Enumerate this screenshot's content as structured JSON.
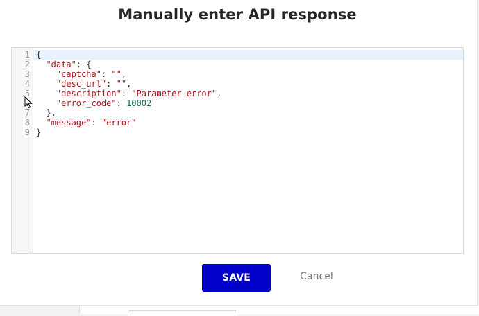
{
  "dialog": {
    "title": "Manually enter API response",
    "save_label": "SAVE",
    "cancel_label": "Cancel"
  },
  "editor": {
    "line_numbers": [
      "1",
      "2",
      "3",
      "4",
      "5",
      "6",
      "7",
      "8",
      "9"
    ],
    "lines": [
      [
        {
          "t": "p",
          "v": "{"
        }
      ],
      [
        {
          "t": "p",
          "v": "  "
        },
        {
          "t": "k",
          "v": "\"data\""
        },
        {
          "t": "p",
          "v": ": {"
        }
      ],
      [
        {
          "t": "p",
          "v": "    "
        },
        {
          "t": "k",
          "v": "\"captcha\""
        },
        {
          "t": "p",
          "v": ": "
        },
        {
          "t": "s",
          "v": "\"\""
        },
        {
          "t": "p",
          "v": ","
        }
      ],
      [
        {
          "t": "p",
          "v": "    "
        },
        {
          "t": "k",
          "v": "\"desc_url\""
        },
        {
          "t": "p",
          "v": ": "
        },
        {
          "t": "s",
          "v": "\"\""
        },
        {
          "t": "p",
          "v": ","
        }
      ],
      [
        {
          "t": "p",
          "v": "    "
        },
        {
          "t": "k",
          "v": "\"description\""
        },
        {
          "t": "p",
          "v": ": "
        },
        {
          "t": "s",
          "v": "\"Parameter error\""
        },
        {
          "t": "p",
          "v": ","
        }
      ],
      [
        {
          "t": "p",
          "v": "    "
        },
        {
          "t": "k",
          "v": "\"error_code\""
        },
        {
          "t": "p",
          "v": ": "
        },
        {
          "t": "n",
          "v": "10002"
        }
      ],
      [
        {
          "t": "p",
          "v": "  },"
        }
      ],
      [
        {
          "t": "p",
          "v": "  "
        },
        {
          "t": "k",
          "v": "\"message\""
        },
        {
          "t": "p",
          "v": ": "
        },
        {
          "t": "s",
          "v": "\"error\""
        }
      ],
      [
        {
          "t": "p",
          "v": "}"
        }
      ]
    ]
  },
  "colors": {
    "save_button": "#0000c8",
    "json_key": "#a11d1d",
    "json_string": "#a11d1d",
    "json_number": "#116644",
    "active_line": "#e8f2ff"
  },
  "icons": {
    "mouse_cursor": "arrow-pointer-icon"
  }
}
